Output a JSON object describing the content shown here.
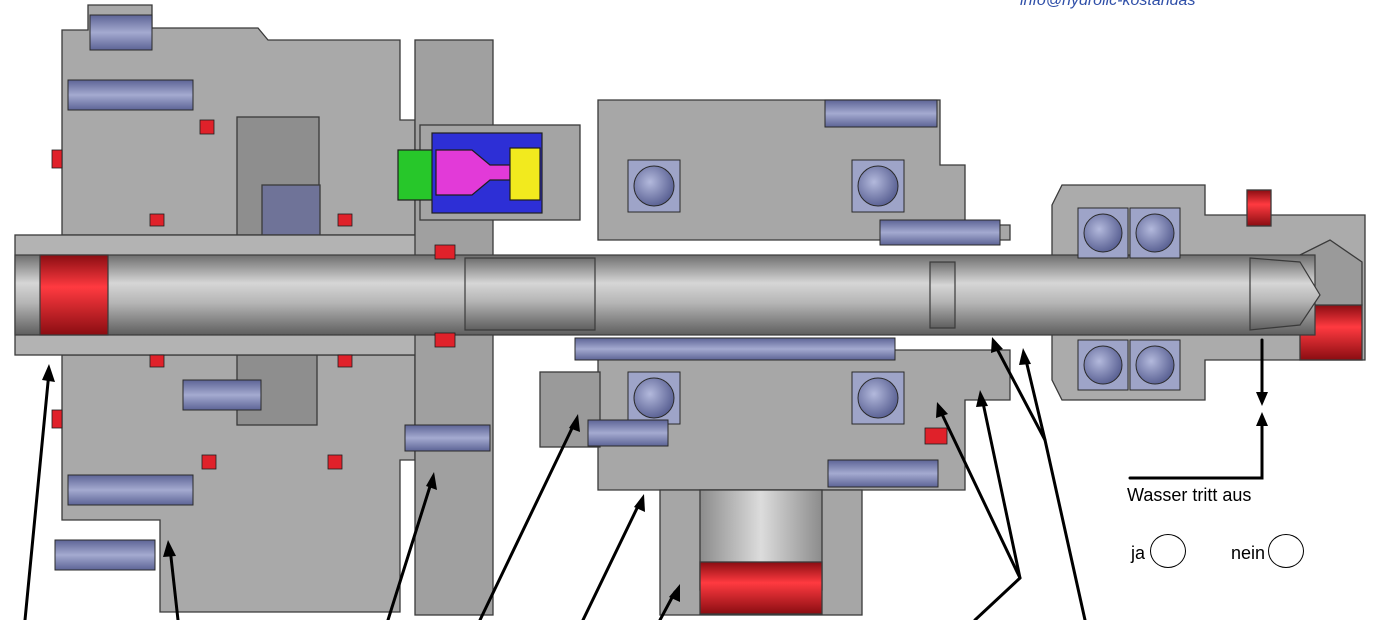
{
  "header": {
    "contact_email": "info@hydrolic-kostandas"
  },
  "leak_check": {
    "question": "Wasser tritt aus",
    "option_yes": "ja",
    "option_no": "nein"
  },
  "colors": {
    "housing": "#a8a8a8",
    "housing_dark": "#7e7e7e",
    "bolt": "#7a82b0",
    "seal": "#e0212a",
    "shaft": "#9c9c9c",
    "nozzle_blue": "#2d2fd6",
    "nozzle_magenta": "#e23ad8",
    "nozzle_yellow": "#f2ea1e",
    "nozzle_green": "#27c72a",
    "email": "#2f4fa8"
  }
}
